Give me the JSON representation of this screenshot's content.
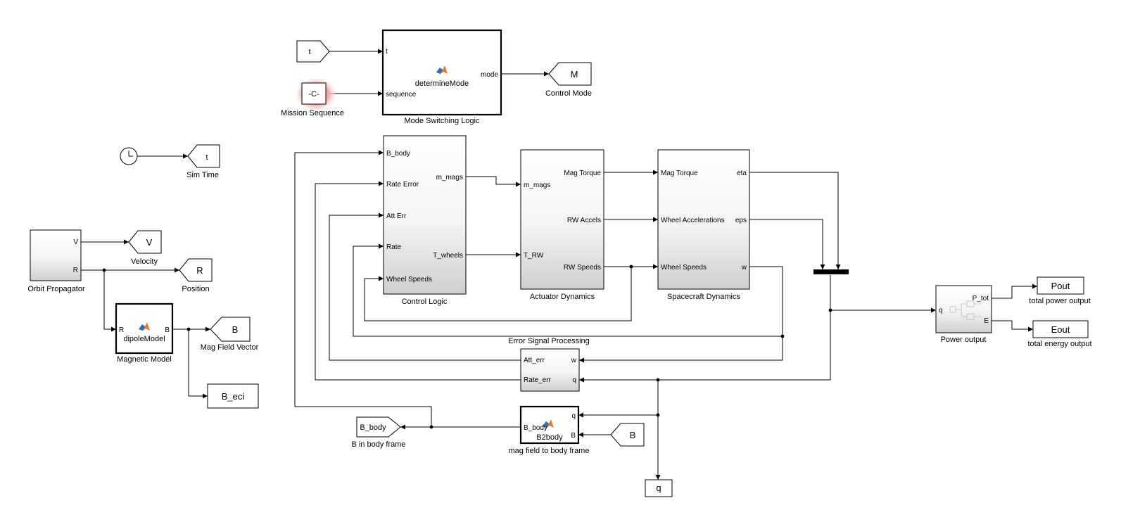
{
  "colors": {
    "block_stroke": "#000000",
    "wire": "#000000",
    "highlight": "#e54b4b",
    "shade": "#d4d4d4"
  },
  "blocks": {
    "mode_logic": {
      "label": "Mode Switching Logic",
      "fn": "determineMode",
      "in_t": "t",
      "in_seq": "sequence",
      "out": "mode"
    },
    "t_from": {
      "text": "t"
    },
    "mission_const": {
      "text": "-C-",
      "label": "Mission Sequence"
    },
    "control_mode": {
      "text": "M",
      "label": "Control Mode"
    },
    "clock": {
      "label": "Sim Time",
      "goto": "t"
    },
    "orbit": {
      "label": "Orbit Propagator",
      "out_v": "V",
      "out_r": "R"
    },
    "velocity": {
      "text": "V",
      "label": "Velocity"
    },
    "position": {
      "text": "R",
      "label": "Position"
    },
    "magnetic": {
      "label": "Magnetic Model",
      "fn": "dipoleModel",
      "in": "R",
      "out": "B"
    },
    "mag_field": {
      "text": "B",
      "label": "Mag Field Vector"
    },
    "b_eci": {
      "text": "B_eci"
    },
    "control": {
      "label": "Control Logic",
      "in1": "B_body",
      "in2": "Rate Error",
      "in3": "Att Err",
      "in4": "Rate",
      "in5": "Wheel Speeds",
      "out1": "m_mags",
      "out2": "T_wheels"
    },
    "actuator": {
      "label": "Actuator Dynamics",
      "in1": "m_mags",
      "in2": "T_RW",
      "out1": "Mag Torque",
      "out2": "RW Accels",
      "out3": "RW Speeds"
    },
    "spacecraft": {
      "label": "Spacecraft Dynamics",
      "in1": "Mag Torque",
      "in2": "Wheel Accelerations",
      "in3": "Wheel Speeds",
      "out1": "eta",
      "out2": "eps",
      "out3": "w"
    },
    "error": {
      "label": "Error Signal Processing",
      "out1": "Att_err",
      "out2": "Rate_err",
      "in1": "w",
      "in2": "q"
    },
    "b2body": {
      "label": "mag field to body frame",
      "fn": "B2body",
      "out": "B_body",
      "in1": "q",
      "in2": "B"
    },
    "b_from": {
      "text": "B"
    },
    "b_body_goto": {
      "text": "B_body",
      "label": "B in body frame"
    },
    "q_out": {
      "text": "q"
    },
    "power": {
      "label": "Power output",
      "in": "q",
      "out1": "P_tot",
      "out2": "E"
    },
    "pout": {
      "text": "Pout",
      "label": "total power output"
    },
    "eout": {
      "text": "Eout",
      "label": "total energy output"
    }
  }
}
